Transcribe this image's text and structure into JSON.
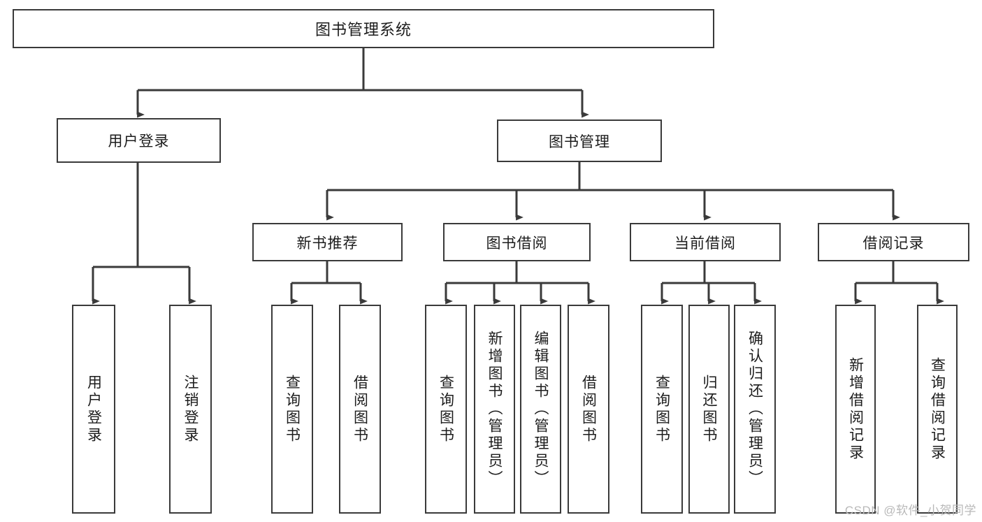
{
  "diagram": {
    "type": "tree",
    "title": "图书管理系统",
    "orientation": "top-down",
    "root": {
      "id": "root",
      "label": "图书管理系统"
    },
    "level2": [
      {
        "id": "user-login",
        "label": "用户登录"
      },
      {
        "id": "book-manage",
        "label": "图书管理"
      }
    ],
    "level3": [
      {
        "id": "new-book-recommend",
        "label": "新书推荐",
        "parent": "book-manage"
      },
      {
        "id": "book-borrow",
        "label": "图书借阅",
        "parent": "book-manage"
      },
      {
        "id": "current-borrow",
        "label": "当前借阅",
        "parent": "book-manage"
      },
      {
        "id": "borrow-record",
        "label": "借阅记录",
        "parent": "book-manage"
      }
    ],
    "leaves": [
      {
        "id": "leaf-user-login",
        "label": "用户登录",
        "parent": "user-login"
      },
      {
        "id": "leaf-user-logout",
        "label": "注销登录",
        "parent": "user-login"
      },
      {
        "id": "leaf-query-book-1",
        "label": "查询图书",
        "parent": "new-book-recommend"
      },
      {
        "id": "leaf-borrow-book-1",
        "label": "借阅图书",
        "parent": "new-book-recommend"
      },
      {
        "id": "leaf-query-book-2",
        "label": "查询图书",
        "parent": "book-borrow"
      },
      {
        "id": "leaf-add-book",
        "label": "新增图书（管理员）",
        "parent": "book-borrow"
      },
      {
        "id": "leaf-edit-book",
        "label": "编辑图书（管理员）",
        "parent": "book-borrow"
      },
      {
        "id": "leaf-borrow-book-2",
        "label": "借阅图书",
        "parent": "book-borrow"
      },
      {
        "id": "leaf-query-book-3",
        "label": "查询图书",
        "parent": "current-borrow"
      },
      {
        "id": "leaf-return-book",
        "label": "归还图书",
        "parent": "current-borrow"
      },
      {
        "id": "leaf-confirm-return",
        "label": "确认归还（管理员）",
        "parent": "current-borrow"
      },
      {
        "id": "leaf-add-record",
        "label": "新增借阅记录",
        "parent": "borrow-record"
      },
      {
        "id": "leaf-query-record",
        "label": "查询借阅记录",
        "parent": "borrow-record"
      }
    ]
  },
  "watermark": {
    "text": "CSDN @软件_小贺同学"
  },
  "colors": {
    "stroke": "#3a3a3a",
    "text": "#1c1c1c",
    "background": "#ffffff",
    "watermark": "#b9b9b9"
  }
}
